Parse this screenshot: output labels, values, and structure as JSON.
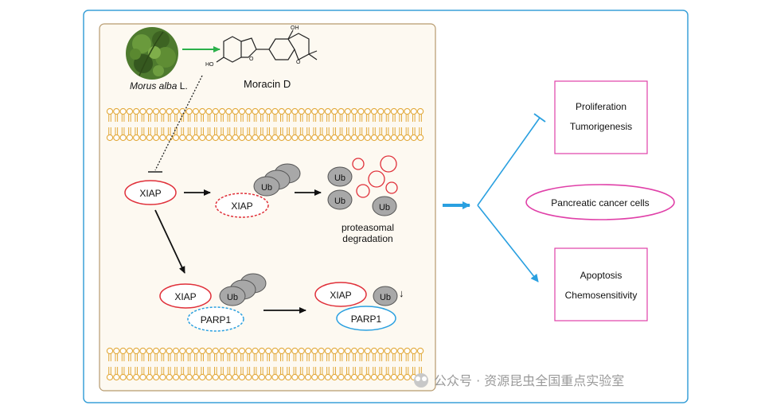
{
  "plant": {
    "species_italic": "Morus alba",
    "species_suffix": " L."
  },
  "compound": {
    "name": "Moracin D",
    "oh_label": "OH",
    "ho_label": "HO"
  },
  "proteins": {
    "xiap": "XIAP",
    "ub": "Ub",
    "parp1": "PARP1"
  },
  "degradation": {
    "line1": "proteasomal",
    "line2": "degradation"
  },
  "outcomes": {
    "inhibited": [
      "Proliferation",
      "Tumorigenesis"
    ],
    "cell_type": "Pancreatic cancer cells",
    "promoted": [
      "Apoptosis",
      "Chemosensitivity"
    ]
  },
  "down_arrow": "↓",
  "watermark": "公众号 · 资源昆虫全国重点实验室",
  "colors": {
    "frame_border": "#3aa0d8",
    "panel_bg": "#fdf9f1",
    "panel_border": "#b79a6e",
    "membrane": "#e2a93b",
    "xiap_red": "#e0303a",
    "parp_blue": "#2aa0e0",
    "ub_gray": "#a8a8a8",
    "green_arrow": "#2bb04a",
    "outcome_pink": "#e040a8"
  }
}
